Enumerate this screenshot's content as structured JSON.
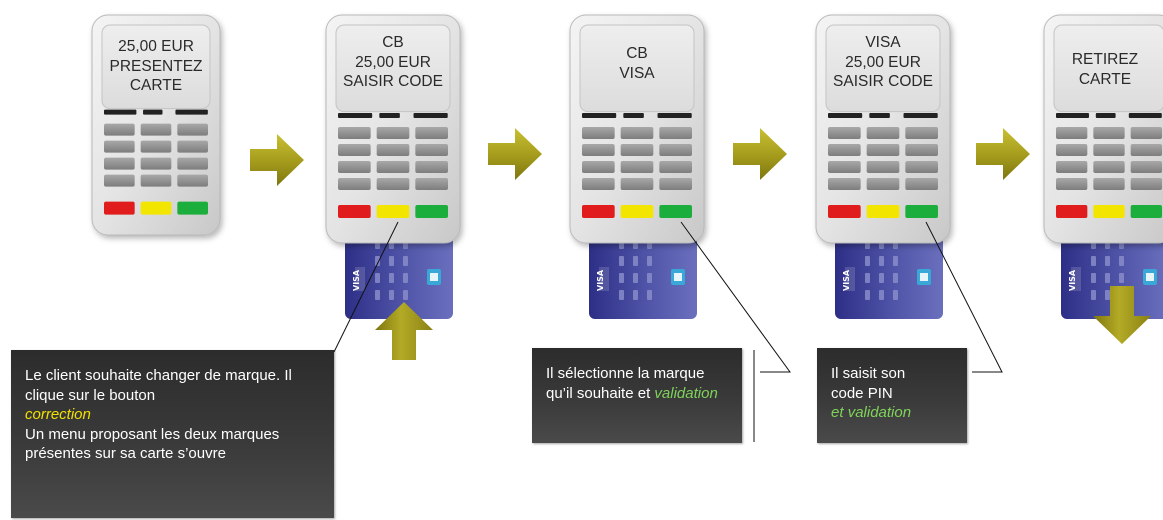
{
  "terminals": [
    {
      "screen_lines": [
        "25,00 EUR",
        "PRESENTEZ",
        "CARTE"
      ],
      "has_card": false
    },
    {
      "screen_lines": [
        "CB",
        "25,00 EUR",
        "SAISIR CODE"
      ],
      "has_card": true
    },
    {
      "screen_lines": [
        "CB",
        "VISA"
      ],
      "has_card": true
    },
    {
      "screen_lines": [
        "VISA",
        "25,00 EUR",
        "SAISIR CODE"
      ],
      "has_card": true
    },
    {
      "screen_lines": [
        "RETIREZ",
        "CARTE"
      ],
      "has_card": true
    }
  ],
  "card": {
    "brand_text": "VISA"
  },
  "callouts": {
    "correction": {
      "line1": "Le client souhaite changer de marque. Il clique sur le bouton",
      "highlight": "correction",
      "line2": "Un menu proposant les deux marques présentes sur sa carte s’ouvre"
    },
    "select": {
      "line1": "Il sélectionne la marque qu’il souhaite et",
      "highlight": "validation"
    },
    "pin": {
      "line1": "Il saisit son code PIN",
      "prefix": "et",
      "highlight": "validation"
    }
  },
  "colors": {
    "button_red": "#e01b1b",
    "button_yellow": "#f2e600",
    "button_green": "#1fae3c",
    "arrow": "#a7a020",
    "card_blue": "#4a4fa0",
    "callout_bg": "#333333"
  }
}
